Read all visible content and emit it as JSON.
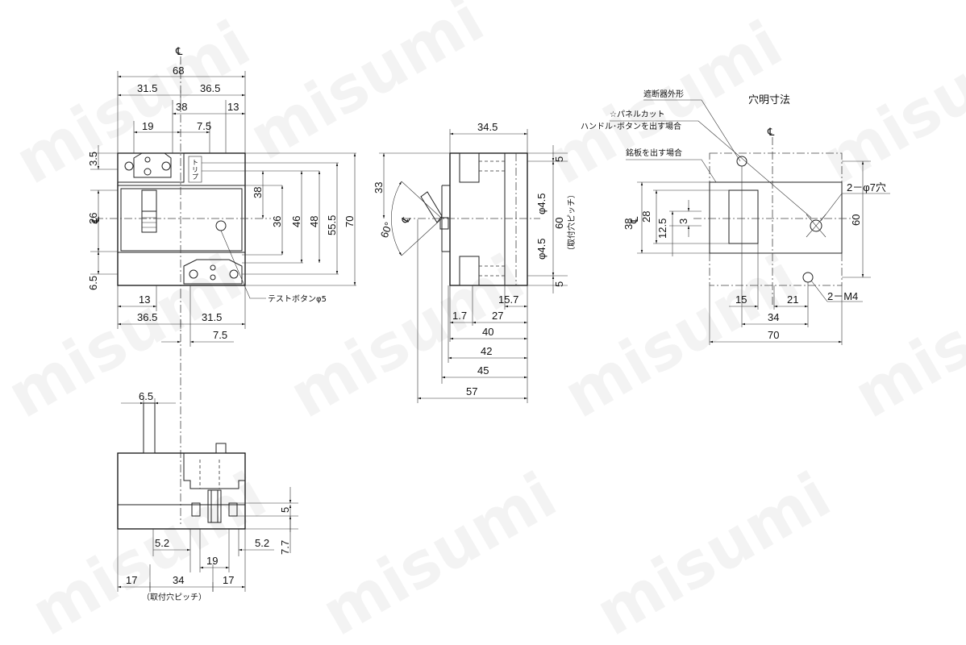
{
  "watermark": "misumi",
  "symbols": {
    "centerline": "℄"
  },
  "front": {
    "dims": {
      "top_total": "68",
      "top_left": "31.5",
      "top_right": "36.5",
      "d38": "38",
      "d13_top": "13",
      "d19": "19",
      "d7_5_top": "7.5",
      "d3_5": "3.5",
      "d26": "26",
      "d6_5": "6.5",
      "v38": "38",
      "v36": "36",
      "v46": "46",
      "v48": "48",
      "v55_5": "55.5",
      "v70": "70",
      "d13_bot": "13",
      "d36_5": "36.5",
      "d31_5": "31.5",
      "d7_5_bot": "7.5"
    },
    "labels": {
      "test_button": "テストボタンφ5"
    }
  },
  "side": {
    "dims": {
      "d34_5": "34.5",
      "d33": "33",
      "angle": "60°",
      "phi_top": "φ4.5",
      "phi_bot": "φ4.5",
      "d60": "60",
      "pitch": "（取付穴ピッチ）",
      "d5_top": "5",
      "d5_bot": "5",
      "d1_7": "1.7",
      "d27": "27",
      "d15_7": "15.7",
      "d40": "40",
      "d42": "42",
      "d45": "45",
      "d57": "57"
    }
  },
  "bottom": {
    "dims": {
      "d6_5": "6.5",
      "d5": "5",
      "d7_7": "7.7",
      "d5_2_left": "5.2",
      "d5_2_right": "5.2",
      "d19": "19",
      "d17_left": "17",
      "d34": "34",
      "d17_right": "17"
    },
    "labels": {
      "pitch": "（取付穴ピッチ）"
    }
  },
  "cutout": {
    "title": "穴明寸法",
    "labels": {
      "breaker_outline": "遮断器外形",
      "panel_cut": "☆パネルカット",
      "handle_button": "ハンドル･ボタンを出す場合",
      "nameplate": "銘板を出す場合",
      "holes_phi7": "2－φ7穴",
      "holes_m4": "2－M4"
    },
    "dims": {
      "d38": "38",
      "d28": "28",
      "d12_5": "12.5",
      "d3": "3",
      "d60": "60",
      "d15": "15",
      "d21": "21",
      "d34": "34",
      "d70": "70"
    }
  }
}
